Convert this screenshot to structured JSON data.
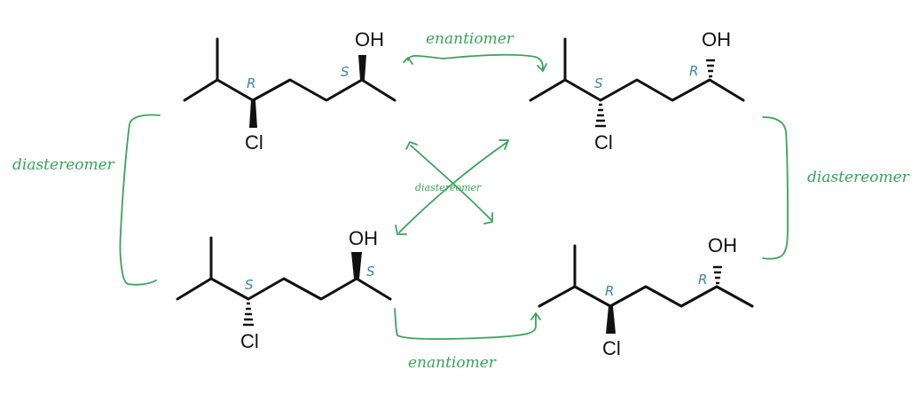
{
  "atoms": {
    "oh": "OH",
    "cl": "Cl"
  },
  "molecules": [
    {
      "id": "top-left",
      "c5": "R",
      "c2": "S"
    },
    {
      "id": "top-right",
      "c5": "S",
      "c2": "R"
    },
    {
      "id": "bottom-left",
      "c5": "S",
      "c2": "S"
    },
    {
      "id": "bottom-right",
      "c5": "R",
      "c2": "R"
    }
  ],
  "relations": {
    "top": "enantiomer",
    "bottom": "enantiomer",
    "left": "diastereomer",
    "right": "diastereomer",
    "center": "diastereomer"
  },
  "colors": {
    "annotation": "#3aa35a",
    "stereo_label": "#3a87a8",
    "bond": "#111111"
  }
}
